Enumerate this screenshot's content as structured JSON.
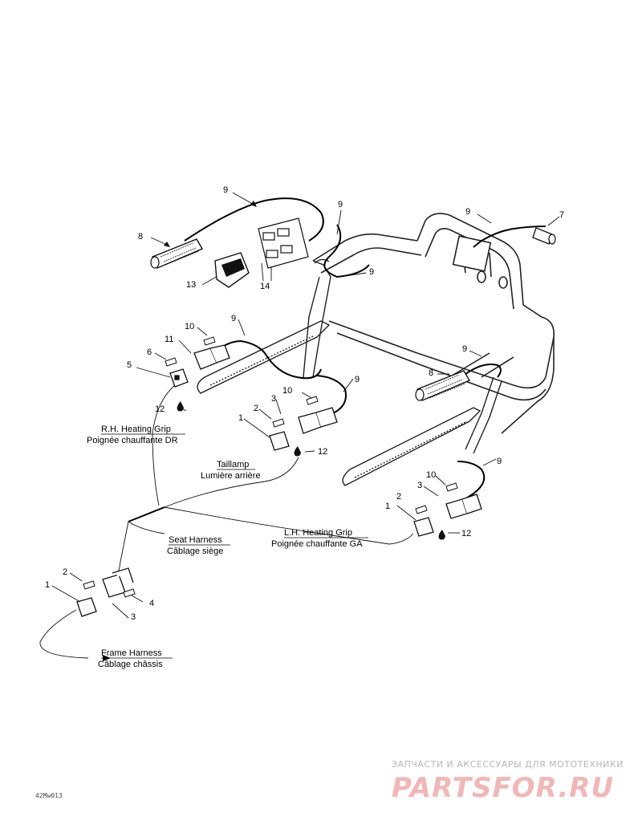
{
  "callouts": {
    "c1a": "1",
    "c1b": "1",
    "c1c": "1",
    "c2a": "2",
    "c2b": "2",
    "c2c": "2",
    "c3a": "3",
    "c3b": "3",
    "c3c": "3",
    "c4": "4",
    "c5": "5",
    "c6": "6",
    "c7": "7",
    "c8a": "8",
    "c8b": "8",
    "c9a": "9",
    "c9b": "9",
    "c9c": "9",
    "c9d": "9",
    "c9e": "9",
    "c9f": "9",
    "c9g": "9",
    "c9h": "9",
    "c10a": "10",
    "c10b": "10",
    "c10c": "10",
    "c11": "11",
    "c12a": "12",
    "c12b": "12",
    "c12c": "12",
    "c13": "13",
    "c14": "14"
  },
  "labels": {
    "rh_grip_en": "R.H. Heating Grip",
    "rh_grip_fr": "Poignée chauffante DR",
    "taillamp_en": "Taillamp",
    "taillamp_fr": "Lumière arrière",
    "seat_harness_en": "Seat Harness",
    "seat_harness_fr": "Câblage siège",
    "lh_grip_en": "L.H. Heating Grip",
    "lh_grip_fr": "Poignée chauffante GA",
    "frame_harness_en": "Frame Harness",
    "frame_harness_fr": "Câblage châssis"
  },
  "drawing_code": "42Mw013",
  "watermark": {
    "tagline": "ЗАПЧАСТИ И АКСЕССУАРЫ ДЛЯ МОТОТЕХНИКИ",
    "brand": "PARTSFOR.RU"
  }
}
